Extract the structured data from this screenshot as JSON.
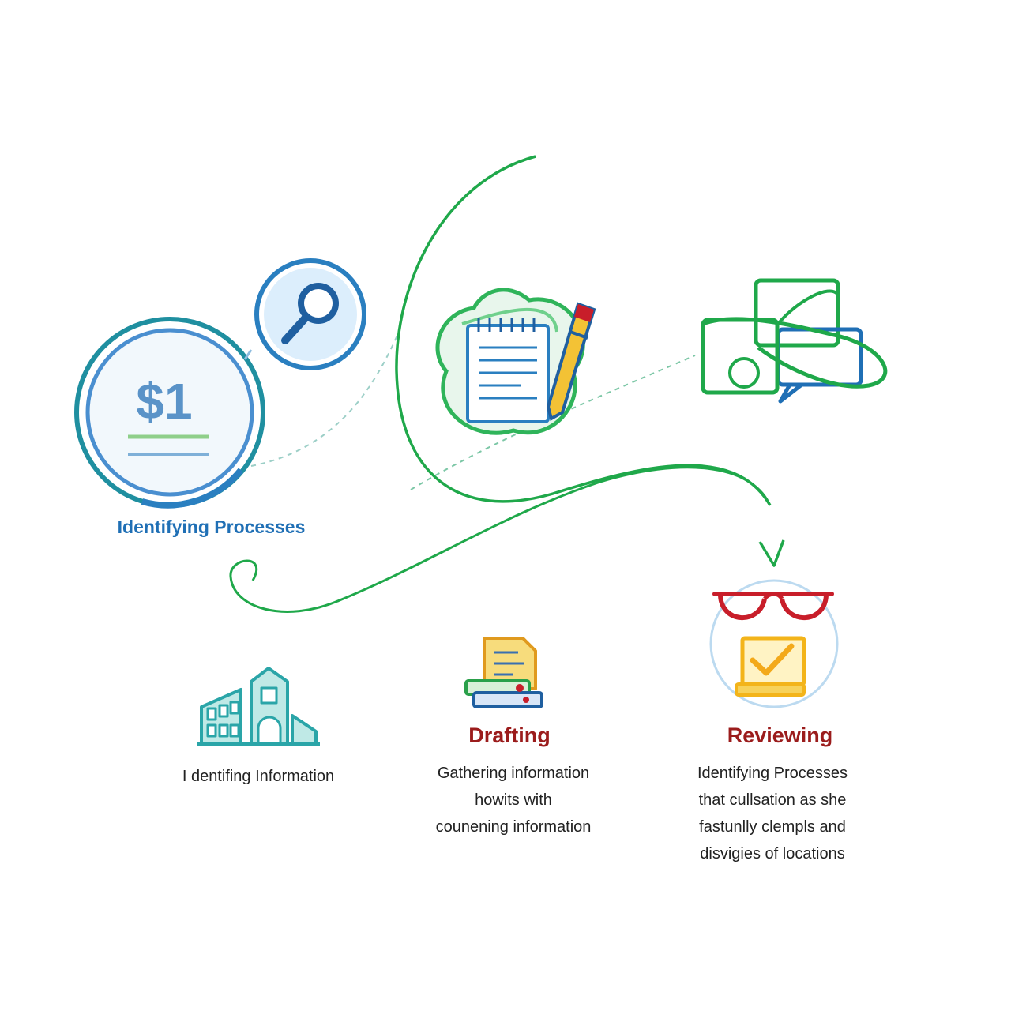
{
  "icon_texts": {
    "money": "$1"
  },
  "labels": {
    "identifying_processes_title": "Identifying Processes",
    "identifying_information": "I dentifing Information",
    "drafting_title": "Drafting",
    "reviewing_title": "Reviewing"
  },
  "drafting_desc": [
    "Gathering information",
    "howits with",
    "counening information"
  ],
  "reviewing_desc": [
    "Identifying Processes",
    "that cullsation as she",
    "fastunlly clempls and",
    "disvigies of locations"
  ],
  "icons": {
    "money": "money-circle-icon",
    "search": "magnifier-icon",
    "notepad": "notepad-pen-icon",
    "documents": "documents-chat-icon",
    "building": "building-icon",
    "books": "document-books-icon",
    "review": "glasses-checkmark-icon"
  },
  "colors": {
    "green": "#1fa84a",
    "blue": "#1f6fb5",
    "teal": "#2aa5a8",
    "red": "#c81e2a",
    "yellow": "#f3c235",
    "title_red": "#9b1c1c"
  }
}
